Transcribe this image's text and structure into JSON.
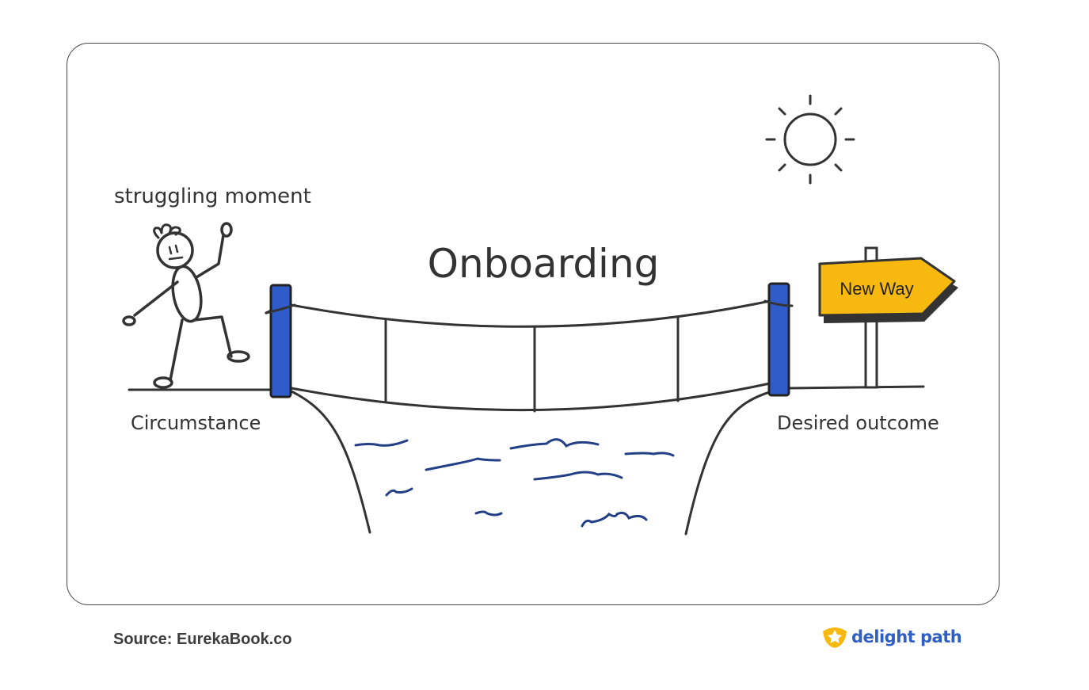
{
  "diagram": {
    "title": "Onboarding",
    "left_caption": "struggling moment",
    "left_label": "Circumstance",
    "right_label": "Desired outcome",
    "sign_text": "New Way"
  },
  "footer": {
    "source": "Source: EurekaBook.co",
    "brand": "delight path"
  },
  "colors": {
    "post_blue": "#2f5cc8",
    "sign_yellow": "#f7b90f",
    "water_navy": "#233f85",
    "line": "#333333",
    "brand_blue": "#2f5fc4"
  }
}
